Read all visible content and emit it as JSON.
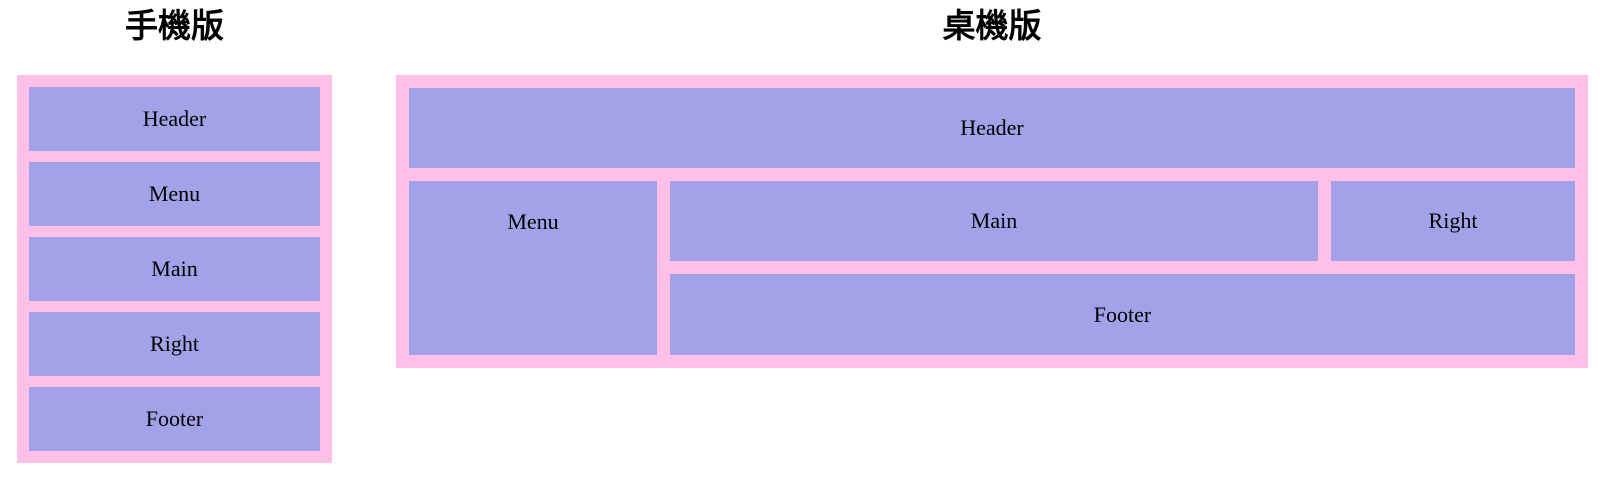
{
  "colors": {
    "panel_pink": "#ffc0e8",
    "block_purple": "#a2a2e8",
    "label_text": "#000000",
    "title_text": "#000000",
    "page_background": "#ffffff"
  },
  "mobile": {
    "title": "手機版",
    "blocks": [
      {
        "label": "Header"
      },
      {
        "label": "Menu"
      },
      {
        "label": "Main"
      },
      {
        "label": "Right"
      },
      {
        "label": "Footer"
      }
    ]
  },
  "desktop": {
    "title": "桌機版",
    "blocks": {
      "header": {
        "label": "Header"
      },
      "menu": {
        "label": "Menu"
      },
      "main": {
        "label": "Main"
      },
      "right": {
        "label": "Right"
      },
      "footer": {
        "label": "Footer"
      }
    }
  }
}
